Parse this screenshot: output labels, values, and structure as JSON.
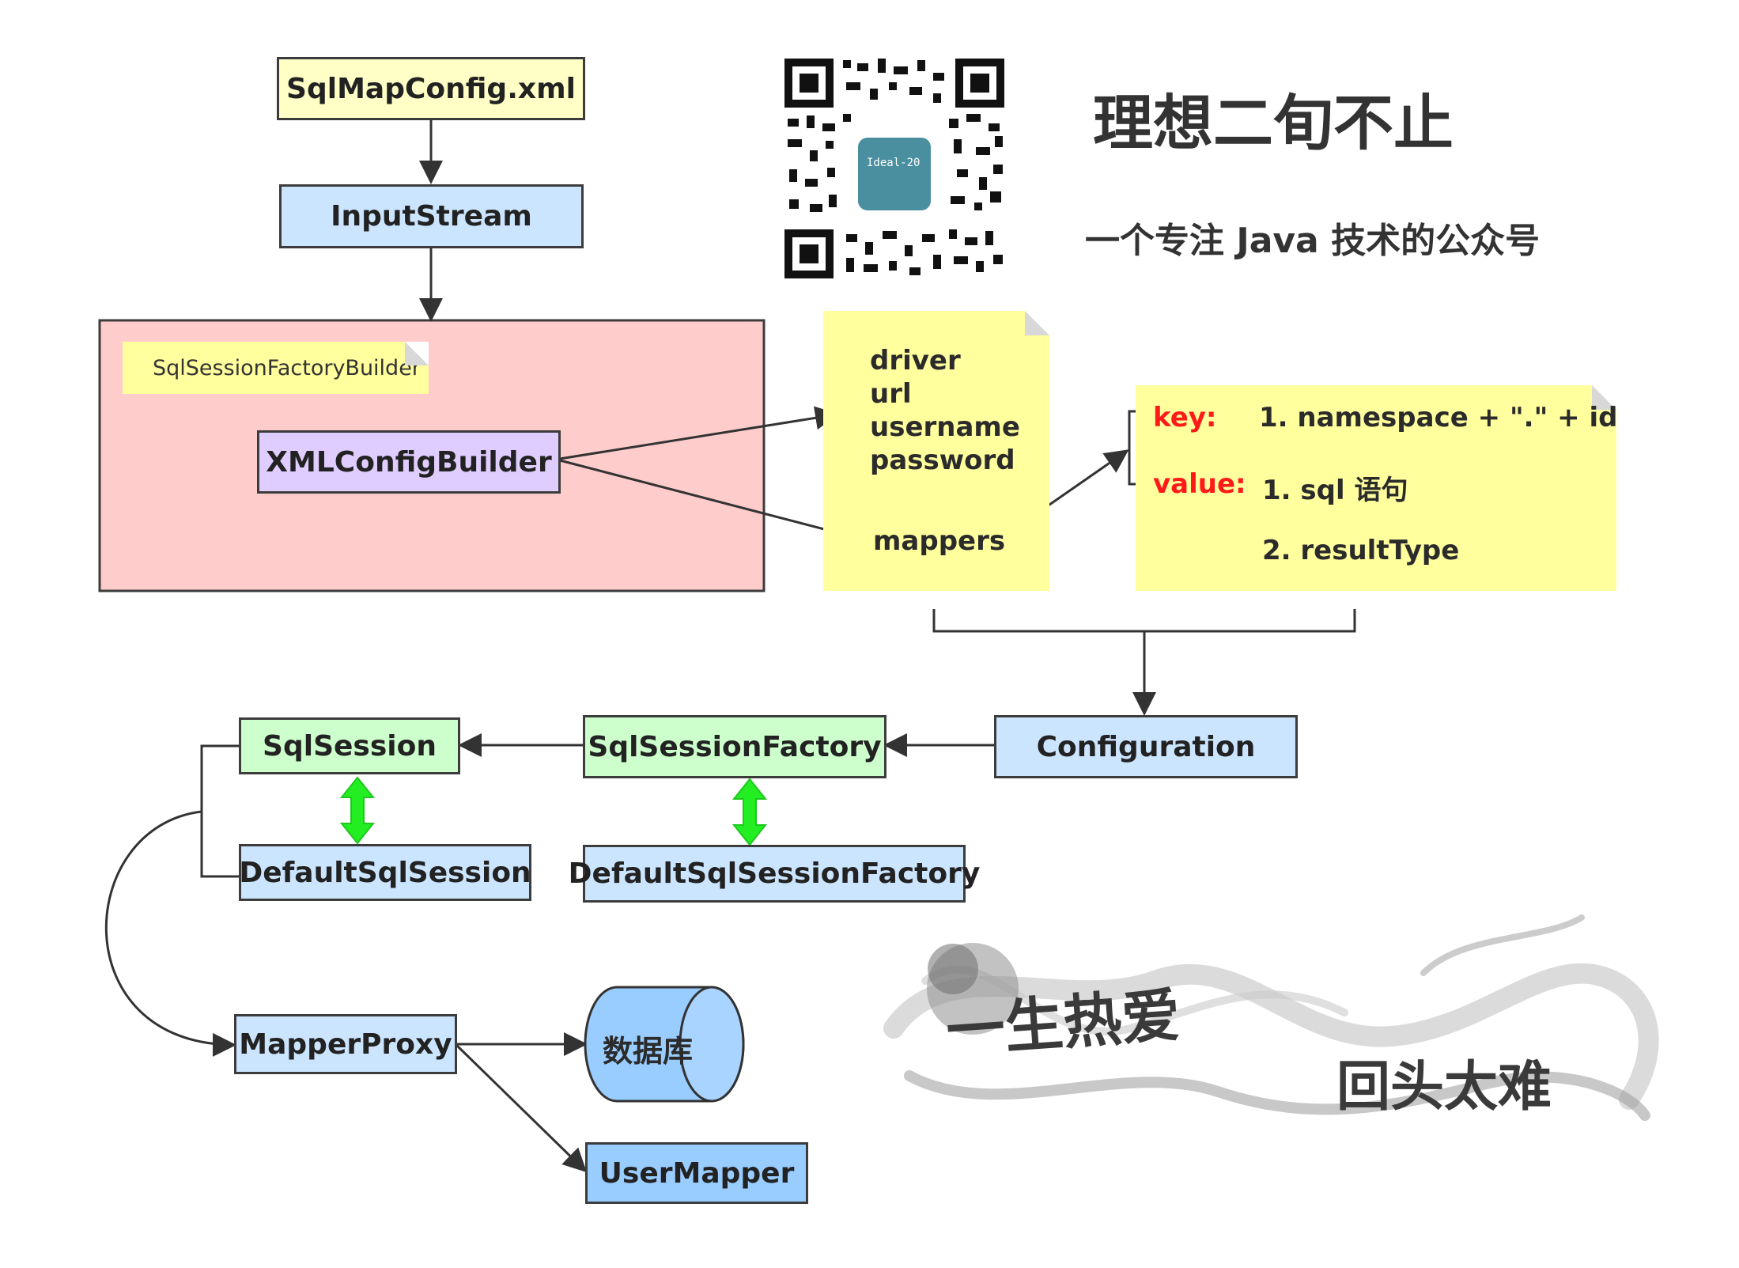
{
  "nodes": {
    "sqlmapconfig": "SqlMapConfig.xml",
    "inputstream": "InputStream",
    "builder_note": "SqlSessionFactoryBuilder",
    "xmlconfigbuilder": "XMLConfigBuilder",
    "configuration": "Configuration",
    "sqlsessionfactory": "SqlSessionFactory",
    "sqlsession": "SqlSession",
    "defaultsqlsession": "DefaultSqlSession",
    "defaultsqlsessionfactory": "DefaultSqlSessionFactory",
    "mapperproxy": "MapperProxy",
    "database": "数据库",
    "usermapper": "UserMapper"
  },
  "config_note": {
    "items": [
      "driver",
      "url",
      "username",
      "password"
    ],
    "mappers": "mappers"
  },
  "mapper_note": {
    "key_label": "key:",
    "key_value": "1. namespace + \".\" + id",
    "value_label": "value:",
    "value_items": [
      "1. sql 语句",
      "2. resultType"
    ]
  },
  "branding": {
    "qr_label": "Ideal-20",
    "title": "理想二旬不止",
    "subtitle": "一个专注 Java 技术的公众号",
    "calligraphy_left": "一生热爱",
    "calligraphy_right": "回头太难"
  },
  "colors": {
    "config_box": "#ffffc6",
    "blue_box": "#cce5ff",
    "green_box": "#cdffcd",
    "purple_box": "#e0cdff",
    "database": "#99ccff",
    "builder_area": "#ffcccc",
    "note": "#ffff9e",
    "green_arrow": "#22ee22",
    "highlight_red": "#ff1a1a"
  }
}
